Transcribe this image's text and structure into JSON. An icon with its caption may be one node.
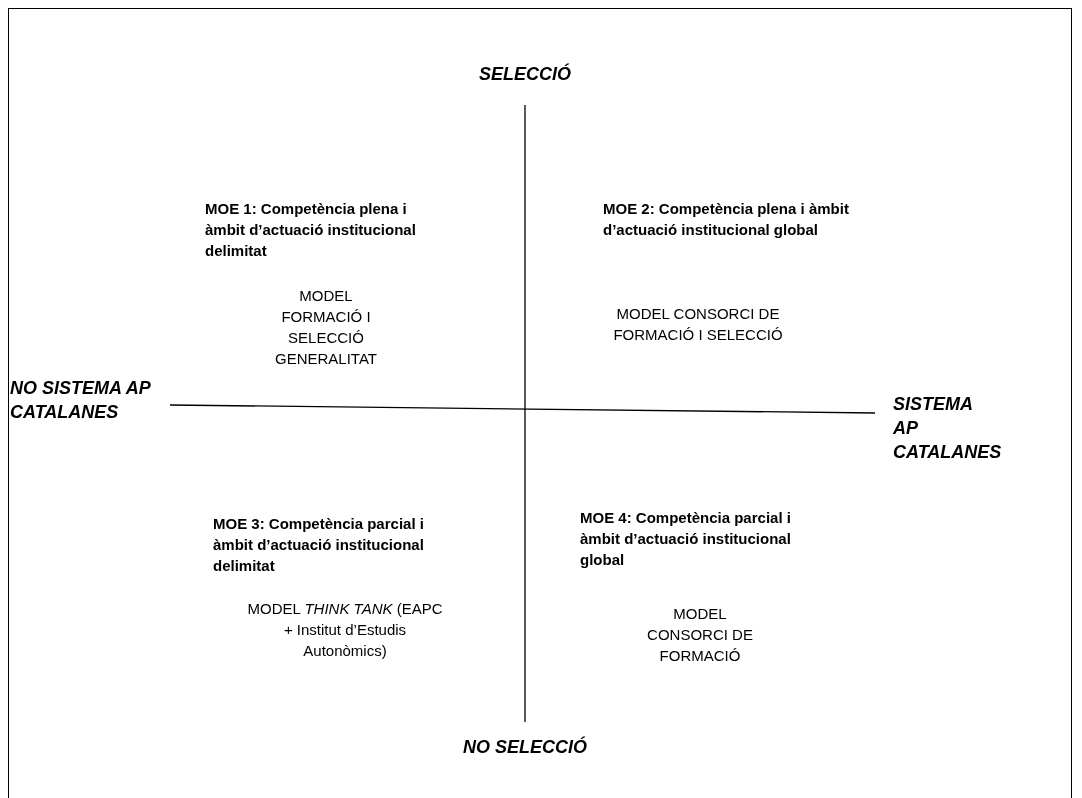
{
  "diagram": {
    "labels": [
      "SELECCIÓ",
      "MOE 1: Competència plena i àmbit d’actuació institucional delimitat",
      "MOE 2: Competència plena i àmbit d’actuació  institucional global",
      "MODEL FORMACIÓ I SELECCIÓ GENERALITAT",
      "MODEL CONSORCI DE FORMACIÓ I SELECCIÓ",
      "NO SISTEMA AP CATALANES",
      "SISTEMA AP CATALANES",
      "MOE 3: Competència parcial i àmbit d’actuació institucional delimitat",
      "MOE 4: Competència parcial i àmbit d’actuació institucional global",
      "MODEL *THINK TANK* (EAPC + Institut d’Estudis Autonòmics)",
      "MODEL CONSORCI DE FORMACIÓ",
      "NO SELECCIÓ"
    ]
  }
}
